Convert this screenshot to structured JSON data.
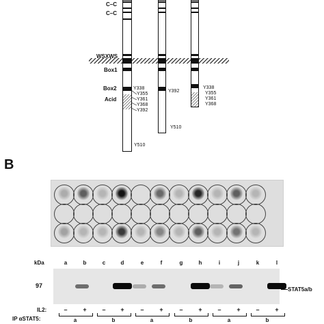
{
  "panel_a": {
    "labels": {
      "cc1": "C–C",
      "cc2": "C–C",
      "wsxws": "WSXWS",
      "box1": "Box1",
      "box2": "Box2",
      "acid": "Acid"
    },
    "receptor1_tyrosines": [
      "Y338",
      "Y355",
      "Y361",
      "Y368",
      "Y392",
      "Y510"
    ],
    "receptor2_tyrosines": [
      "Y392",
      "Y510"
    ],
    "receptor3_tyrosines": [
      "Y338",
      "Y355",
      "Y361",
      "Y368"
    ]
  },
  "panel_b": {
    "letter": "B",
    "kda_label": "kDa",
    "marker": "97",
    "band_label": "STAT5a/b",
    "il2_label": "IL2:",
    "ip_label": "IP αSTAT5:",
    "lanes": [
      "a",
      "b",
      "c",
      "d",
      "e",
      "f",
      "g",
      "h",
      "i",
      "j",
      "k",
      "l"
    ],
    "il2": [
      "–",
      "+",
      "–",
      "+",
      "–",
      "+",
      "–",
      "+",
      "–",
      "+",
      "–",
      "+"
    ],
    "ip_groups": [
      "a",
      "b",
      "a",
      "b",
      "a",
      "b"
    ]
  }
}
